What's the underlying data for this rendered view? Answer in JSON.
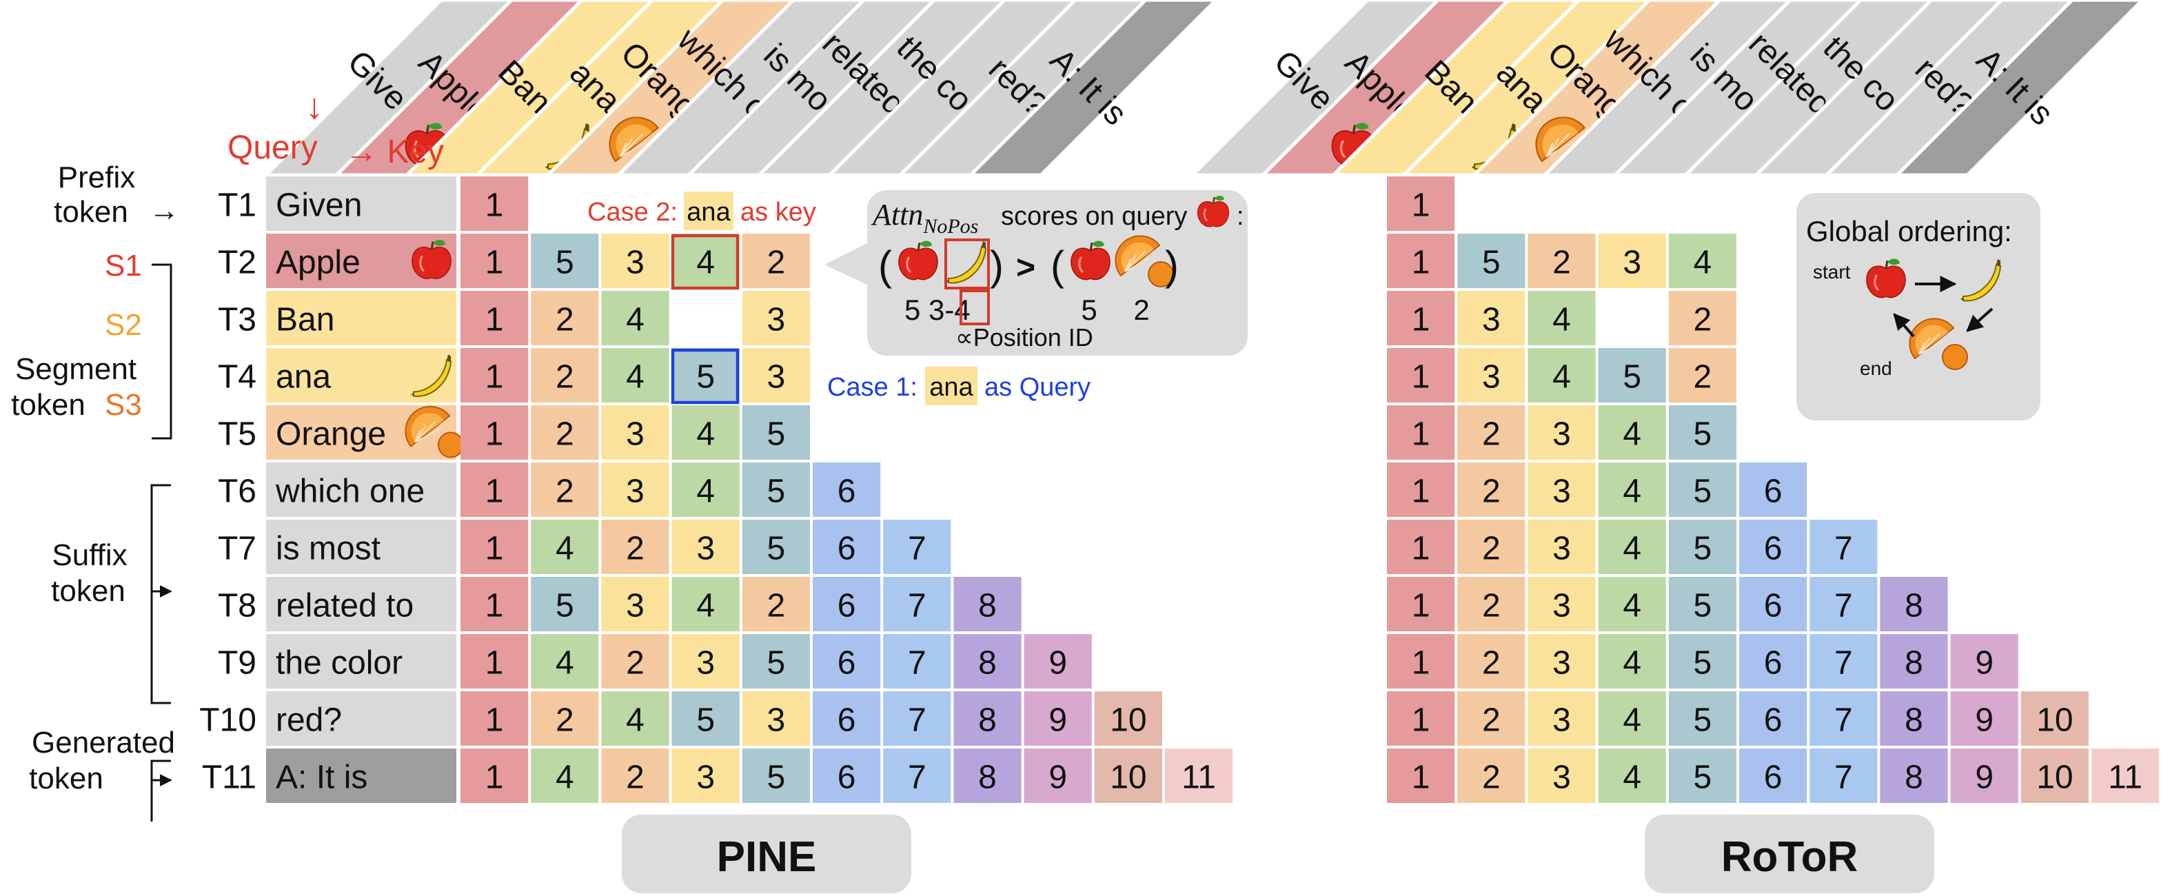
{
  "tokens": [
    "Given",
    "Apple",
    "Ban",
    "ana",
    "Orange",
    "which one",
    "is most",
    "related to",
    "the color",
    "red?",
    "A: It is"
  ],
  "row_ids": [
    "T1",
    "T2",
    "T3",
    "T4",
    "T5",
    "T6",
    "T7",
    "T8",
    "T9",
    "T10",
    "T11"
  ],
  "column_header": [
    "Given",
    "Apple",
    "Ban",
    "ana",
    "Orange",
    "which one",
    "is most",
    "related to",
    "the color",
    "red?",
    "A: It is"
  ],
  "token_types": [
    "prefix",
    "seg1",
    "seg2",
    "seg2",
    "seg3",
    "suffix",
    "suffix",
    "suffix",
    "suffix",
    "suffix",
    "generated"
  ],
  "row_icons": {
    "1": "apple-icon",
    "3": "banana-icon",
    "4": "orange-icon"
  },
  "col_icons": {
    "1": "apple-icon",
    "3": "banana-icon",
    "4": "orange-icon"
  },
  "colors": {
    "1": "#e59a9c",
    "2": "#f5c9a0",
    "3": "#fae29a",
    "4": "#bcd9a5",
    "5": "#a9c8cf",
    "6": "#a8c1ef",
    "7": "#a9c8f0",
    "8": "#b5a5dc",
    "9": "#d8a9cf",
    "10": "#e4b8ab",
    "11": "#f2cccb",
    "prefix": "#d9d9d9",
    "seg1": "#e0999d",
    "seg2": "#fbe39c",
    "seg3": "#f6cca2",
    "suffix": "#d9d9d9",
    "generated": "#9e9e9e",
    "red": "#e33b2e",
    "blue": "#1f3fe0",
    "orange": "#f0a42f",
    "panel": "#dcdcdc"
  },
  "labels": {
    "query_arrow": "↓",
    "query": "Query",
    "key": "→ Key",
    "prefix_l1": "Prefix",
    "prefix_l2": "token",
    "s1": "S1",
    "s2": "S2",
    "s3": "S3",
    "segment_l1": "Segment",
    "segment_l2": "token",
    "suffix_l1": "Suffix",
    "suffix_l2": "token",
    "generated_l1": "Generated",
    "generated_l2": "token"
  },
  "pine": {
    "title": "PINE",
    "matrix": [
      [
        1
      ],
      [
        1,
        5,
        3,
        4,
        2
      ],
      [
        1,
        2,
        4,
        null,
        3
      ],
      [
        1,
        2,
        4,
        5,
        3
      ],
      [
        1,
        2,
        3,
        4,
        5
      ],
      [
        1,
        2,
        3,
        4,
        5,
        6
      ],
      [
        1,
        4,
        2,
        3,
        5,
        6,
        7
      ],
      [
        1,
        5,
        3,
        4,
        2,
        6,
        7,
        8
      ],
      [
        1,
        4,
        2,
        3,
        5,
        6,
        7,
        8,
        9
      ],
      [
        1,
        2,
        4,
        5,
        3,
        6,
        7,
        8,
        9,
        10
      ],
      [
        1,
        4,
        2,
        3,
        5,
        6,
        7,
        8,
        9,
        10,
        11
      ]
    ],
    "case2_prefix": "Case 2:",
    "case2_token": "ana",
    "case2_suffix": "as key",
    "case1_prefix": "Case 1:",
    "case1_token": "ana",
    "case1_suffix": "as Query",
    "callout_attn": "Attn",
    "callout_sub": "NoPos",
    "callout_text": "scores on query",
    "callout_colon": ":",
    "callout_gt": ">",
    "callout_lp": "(",
    "callout_rp": ")",
    "callout_left_nums": "5 3-4",
    "callout_right_5": "5",
    "callout_right_2": "2",
    "callout_posid": "∝Position ID"
  },
  "rotor": {
    "title": "RoToR",
    "matrix": [
      [
        1
      ],
      [
        1,
        5,
        2,
        3,
        4
      ],
      [
        1,
        3,
        4,
        null,
        2
      ],
      [
        1,
        3,
        4,
        5,
        2
      ],
      [
        1,
        2,
        3,
        4,
        5
      ],
      [
        1,
        2,
        3,
        4,
        5,
        6
      ],
      [
        1,
        2,
        3,
        4,
        5,
        6,
        7
      ],
      [
        1,
        2,
        3,
        4,
        5,
        6,
        7,
        8
      ],
      [
        1,
        2,
        3,
        4,
        5,
        6,
        7,
        8,
        9
      ],
      [
        1,
        2,
        3,
        4,
        5,
        6,
        7,
        8,
        9,
        10
      ],
      [
        1,
        2,
        3,
        4,
        5,
        6,
        7,
        8,
        9,
        10,
        11
      ]
    ],
    "global_title": "Global ordering:",
    "start": "start",
    "end": "end"
  }
}
